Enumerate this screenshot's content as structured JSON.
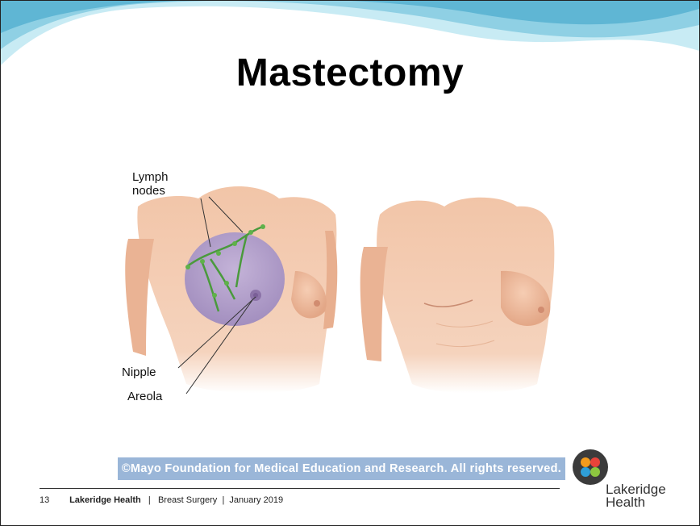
{
  "slide": {
    "title": "Mastectomy",
    "labels": {
      "lymph_nodes": "Lymph\nnodes",
      "nipple": "Nipple",
      "areola": "Areola"
    },
    "credit": "©Mayo Foundation for Medical Education and Research.  All rights reserved.",
    "footer": {
      "page_number": "13",
      "organization": "Lakeridge Health",
      "separator": "|",
      "topic": "Breast Surgery",
      "date": "January 2019"
    },
    "logo": {
      "icon": "lakeridge-health-logo-icon",
      "line1": "Lakeridge",
      "line2": "Health"
    }
  },
  "colors": {
    "wave_light": "#b9e3ef",
    "wave_dark": "#5fb6d4",
    "skin": "#f1c3a6",
    "skin_shadow": "#e4a98a",
    "tumor_region": "#b6a3cc",
    "lymph": "#4a9a3c",
    "credit_bg": "#9ab6d8"
  }
}
